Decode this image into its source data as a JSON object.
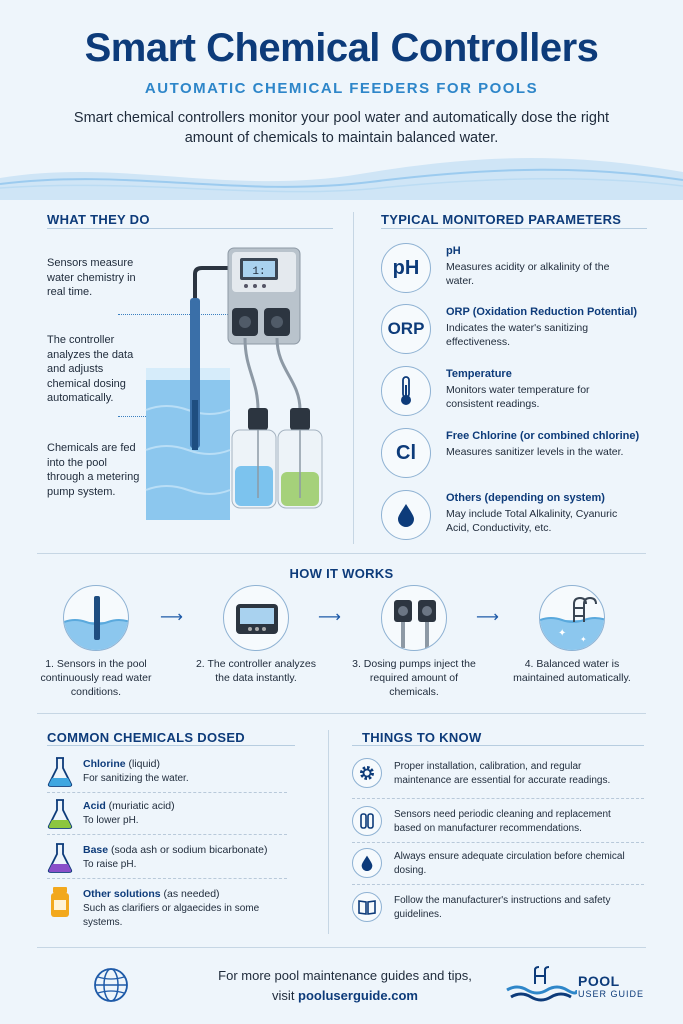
{
  "header": {
    "title": "Smart Chemical Controllers",
    "subtitle": "AUTOMATIC CHEMICAL FEEDERS FOR POOLS",
    "intro": "Smart chemical controllers monitor your pool water and automatically dose the right amount of chemicals to maintain balanced water."
  },
  "what_they_do": {
    "title": "WHAT THEY DO",
    "items": [
      "Sensors measure water chemistry in real time.",
      "The controller analyzes the data and adjusts chemical dosing automatically.",
      "Chemicals are fed into the pool through a metering pump system."
    ],
    "display": "1:"
  },
  "parameters": {
    "title": "TYPICAL MONITORED PARAMETERS",
    "items": [
      {
        "symbol": "pH",
        "title": "pH",
        "desc": "Measures acidity or alkalinity of the water."
      },
      {
        "symbol": "ORP",
        "title": "ORP (Oxidation Reduction Potential)",
        "desc": "Indicates the water's sanitizing effectiveness."
      },
      {
        "symbol": "",
        "title": "Temperature",
        "desc": "Monitors water temperature for consistent readings."
      },
      {
        "symbol": "Cl",
        "title": "Free Chlorine (or combined chlorine)",
        "desc": "Measures sanitizer levels in the water."
      },
      {
        "symbol": "",
        "title": "Others (depending on system)",
        "desc": "May include Total Alkalinity, Cyanuric Acid, Conductivity, etc."
      }
    ]
  },
  "how_it_works": {
    "title": "HOW IT WORKS",
    "steps": [
      "1. Sensors in the pool continuously read water conditions.",
      "2. The controller analyzes the data instantly.",
      "3. Dosing pumps inject the required amount of chemicals.",
      "4. Balanced water is maintained automatically."
    ],
    "arrow": "⟶"
  },
  "chemicals": {
    "title": "COMMON CHEMICALS DOSED",
    "items": [
      {
        "name": "Chlorine",
        "note": " (liquid)",
        "desc": "For sanitizing the water.",
        "color": "#3fa6e0"
      },
      {
        "name": "Acid",
        "note": " (muriatic acid)",
        "desc": "To lower pH.",
        "color": "#8cc63f"
      },
      {
        "name": "Base",
        "note": " (soda ash or sodium bicarbonate)",
        "desc": "To raise pH.",
        "color": "#8a4fc9"
      },
      {
        "name": "Other solutions",
        "note": " (as needed)",
        "desc": "Such as clarifiers or algaecides in some systems.",
        "color": "#f2a81d"
      }
    ]
  },
  "things_to_know": {
    "title": "THINGS TO KNOW",
    "items": [
      "Proper installation, calibration, and regular maintenance are essential for accurate readings.",
      "Sensors need periodic cleaning and replacement based on manufacturer recommendations.",
      "Always ensure adequate circulation before chemical dosing.",
      "Follow the manufacturer's instructions and safety guidelines."
    ]
  },
  "footer": {
    "line1": "For more pool maintenance guides and tips,",
    "line2_prefix": "visit ",
    "link": "pooluserguide.com",
    "brand_top": "POOL",
    "brand_bottom": "USER GUIDE"
  },
  "colors": {
    "navy": "#0d3b7a",
    "accent": "#2e86c9",
    "water": "#8cc7ee"
  }
}
